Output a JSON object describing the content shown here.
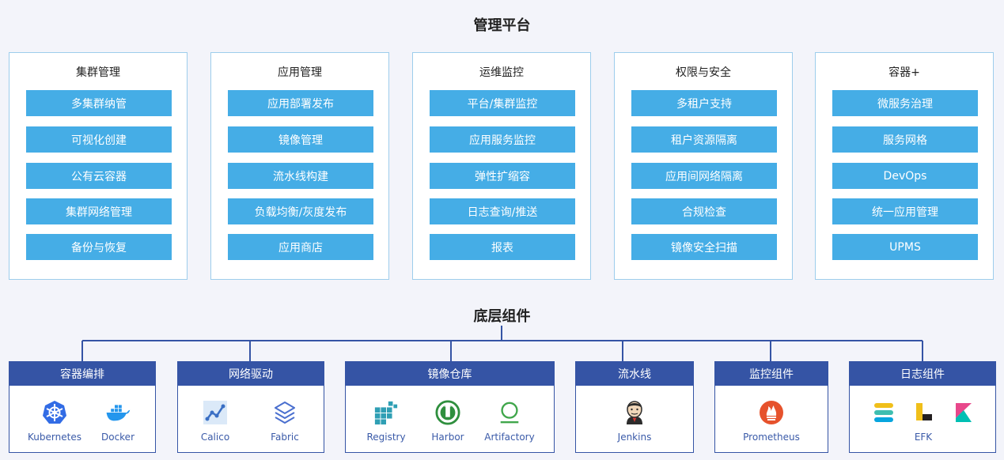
{
  "top_title": "管理平台",
  "bottom_title": "底层组件",
  "panels": [
    {
      "title": "集群管理",
      "items": [
        "多集群纳管",
        "可视化创建",
        "公有云容器",
        "集群网络管理",
        "备份与恢复"
      ]
    },
    {
      "title": "应用管理",
      "items": [
        "应用部署发布",
        "镜像管理",
        "流水线构建",
        "负载均衡/灰度发布",
        "应用商店"
      ]
    },
    {
      "title": "运维监控",
      "items": [
        "平台/集群监控",
        "应用服务监控",
        "弹性扩缩容",
        "日志查询/推送",
        "报表"
      ]
    },
    {
      "title": "权限与安全",
      "items": [
        "多租户支持",
        "租户资源隔离",
        "应用间网络隔离",
        "合规检查",
        "镜像安全扫描"
      ]
    },
    {
      "title": "容器+",
      "items": [
        "微服务治理",
        "服务网格",
        "DevOps",
        "统一应用管理",
        "UPMS"
      ]
    }
  ],
  "components": [
    {
      "title": "容器编排",
      "tools": [
        {
          "label": "Kubernetes",
          "icon": "kubernetes-icon"
        },
        {
          "label": "Docker",
          "icon": "docker-icon"
        }
      ]
    },
    {
      "title": "网络驱动",
      "tools": [
        {
          "label": "Calico",
          "icon": "calico-icon"
        },
        {
          "label": "Fabric",
          "icon": "fabric-icon"
        }
      ]
    },
    {
      "title": "镜像仓库",
      "tools": [
        {
          "label": "Registry",
          "icon": "registry-icon"
        },
        {
          "label": "Harbor",
          "icon": "harbor-icon"
        },
        {
          "label": "Artifactory",
          "icon": "artifactory-icon"
        }
      ]
    },
    {
      "title": "流水线",
      "tools": [
        {
          "label": "Jenkins",
          "icon": "jenkins-icon"
        }
      ]
    },
    {
      "title": "监控组件",
      "tools": [
        {
          "label": "Prometheus",
          "icon": "prometheus-icon"
        }
      ]
    },
    {
      "title": "日志组件",
      "tools": [
        {
          "label": "EFK",
          "icon": "efk-icon"
        }
      ]
    }
  ],
  "colors": {
    "accent_light": "#45ade6",
    "accent_dark": "#3554a5",
    "panel_border": "#9dcdec",
    "background": "#f3f4fa"
  }
}
